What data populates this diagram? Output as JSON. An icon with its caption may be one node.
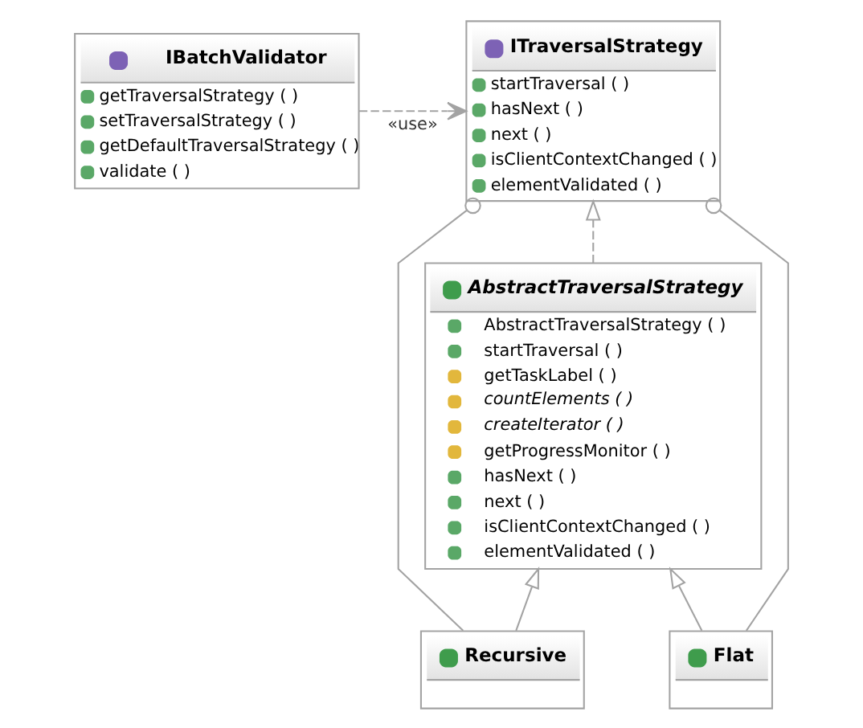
{
  "diagram": {
    "nodes": [
      {
        "text": [
          "IBatchValidator",
          "getTraversalStrategy ( )",
          "setTraversalStrategy ( )",
          "getDefaultTraversalStrategy ( )",
          "validate ( )"
        ]
      },
      {
        "text": [
          "ITraversalStrategy",
          "startTraversal ( )",
          "hasNext ( )",
          "next ( )",
          "isClientContextChanged ( )",
          "elementValidated ( )"
        ]
      },
      {
        "text": [
          "AbstractTraversalStrategy",
          "AbstractTraversalStrategy ( )",
          "startTraversal ( )",
          "getTaskLabel ( )",
          "countElements ( )",
          "createIterator ( )",
          "getProgressMonitor ( )",
          "hasNext ( )",
          "next ( )",
          "isClientContextChanged ( )",
          "elementValidated ( )"
        ]
      },
      {
        "text": [
          "Recursive"
        ]
      },
      {
        "text": [
          "Flat"
        ]
      }
    ],
    "edges": [
      {
        "from": 0,
        "to": 1,
        "arrow": "to",
        "style": "dashed",
        "label": "«use»"
      },
      {
        "from": 2,
        "to": 1,
        "arrow": "to",
        "style": "dashed"
      },
      {
        "from": 3,
        "to": 2,
        "arrow": "to"
      },
      {
        "from": 4,
        "to": 2,
        "arrow": "to"
      },
      {
        "from": 3,
        "to": 1,
        "arrow": "other"
      },
      {
        "from": 4,
        "to": 1,
        "arrow": "other"
      }
    ]
  }
}
